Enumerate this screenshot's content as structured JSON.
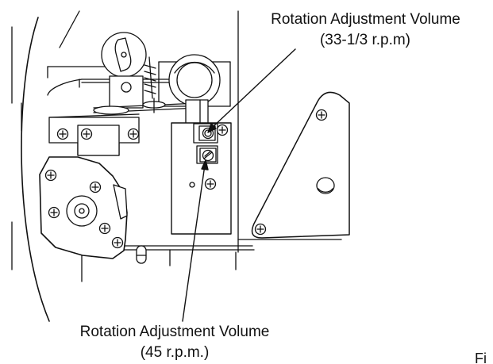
{
  "callouts": {
    "rpm33": {
      "line1": "Rotation Adjustment Volume",
      "line2": "(33-1/3 r.p.m)"
    },
    "rpm45": {
      "line1": "Rotation Adjustment Volume",
      "line2": "(45 r.p.m.)"
    }
  },
  "figure_label": "Fi"
}
